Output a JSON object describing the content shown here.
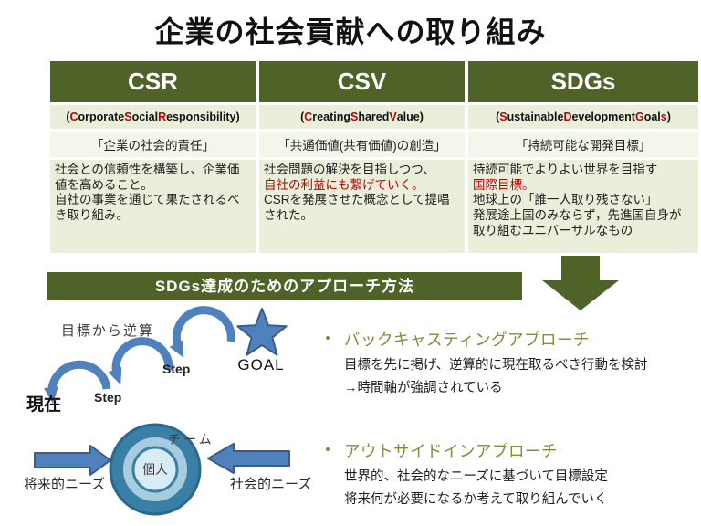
{
  "title": "企業の社会貢献への取り組み",
  "colors": {
    "dark_green": "#4f6228",
    "light_green_row": "#e9efda",
    "lighter_green_row": "#f2f6eb",
    "red": "#c00000",
    "olive_text": "#76923c",
    "blue_shape": "#4f81bd",
    "blue_border": "#385d8a",
    "teal_outer": "#3a7fa6",
    "teal_border": "#29698f",
    "light_blue": "#a7cbdf",
    "pale_blue": "#d9ecf5"
  },
  "table": {
    "columns": [
      {
        "header": "CSR",
        "subtitle_segments": [
          {
            "text": "("
          },
          {
            "text": "C",
            "color": "#c00000"
          },
          {
            "text": "orporate "
          },
          {
            "text": "S",
            "color": "#c00000"
          },
          {
            "text": "ocial "
          },
          {
            "text": "R",
            "color": "#c00000"
          },
          {
            "text": "esponsibility)"
          }
        ],
        "quote": "「企業の社会的責任」",
        "description_segments": [
          {
            "text": "社会との信頼性を構築し、企業価値を高めること。"
          },
          {
            "br": true
          },
          {
            "text": "自社の事業を通じて果たされるべき取り組み。"
          }
        ]
      },
      {
        "header": "CSV",
        "subtitle_segments": [
          {
            "text": "("
          },
          {
            "text": "C",
            "color": "#c00000"
          },
          {
            "text": "reating "
          },
          {
            "text": "S",
            "color": "#c00000"
          },
          {
            "text": "hared "
          },
          {
            "text": "V",
            "color": "#c00000"
          },
          {
            "text": "alue)"
          }
        ],
        "quote": "「共通価値(共有価値)の創造」",
        "description_segments": [
          {
            "text": "社会問題の解決を目指しつつ、"
          },
          {
            "br": true
          },
          {
            "text": "自社の利益にも繋げていく。",
            "color": "#c00000"
          },
          {
            "br": true
          },
          {
            "text": "CSRを発展させた概念として提唱された。"
          }
        ]
      },
      {
        "header": "SDGs",
        "subtitle_segments": [
          {
            "text": "("
          },
          {
            "text": "S",
            "color": "#c00000"
          },
          {
            "text": "ustainable "
          },
          {
            "text": "D",
            "color": "#c00000"
          },
          {
            "text": "evelopment "
          },
          {
            "text": "G",
            "color": "#c00000"
          },
          {
            "text": "oal"
          },
          {
            "text": "s",
            "color": "#c00000"
          },
          {
            "text": ")"
          }
        ],
        "quote": "「持続可能な開発目標」",
        "description_segments": [
          {
            "text": "持続可能でよりよい世界を目指す"
          },
          {
            "br": true
          },
          {
            "text": "国際目標。",
            "color": "#c00000"
          },
          {
            "br": true
          },
          {
            "text": "地球上の「誰一人取り残さない」"
          },
          {
            "br": true
          },
          {
            "text": "発展途上国のみならず，先進国自身が取り組むユニバーサルなもの"
          }
        ]
      }
    ]
  },
  "banner": {
    "label": "SDGs達成のためのアプローチ方法"
  },
  "backcasting_diagram": {
    "reverse_label": "目標から逆算",
    "goal_label": "GOAL",
    "step_upper_label": "Step",
    "step_lower_label": "Step",
    "present_label": "現在"
  },
  "bullets": {
    "marker": "•",
    "items": [
      {
        "heading": "バックキャスティングアプローチ",
        "lines": [
          "目標を先に掲げ、逆算的に現在取るべき行動を検討",
          "→時間軸が強調されている"
        ]
      },
      {
        "heading": "アウトサイドインアプローチ",
        "lines": [
          "世界的、社会的なニーズに基づいて目標設定",
          "将来何が必要になるか考えて取り組んでいく"
        ]
      }
    ]
  },
  "needs_diagram": {
    "team_label": "チーム",
    "individual_label": "個人",
    "future_needs_label": "将来的ニーズ",
    "social_needs_label": "社会的ニーズ"
  }
}
